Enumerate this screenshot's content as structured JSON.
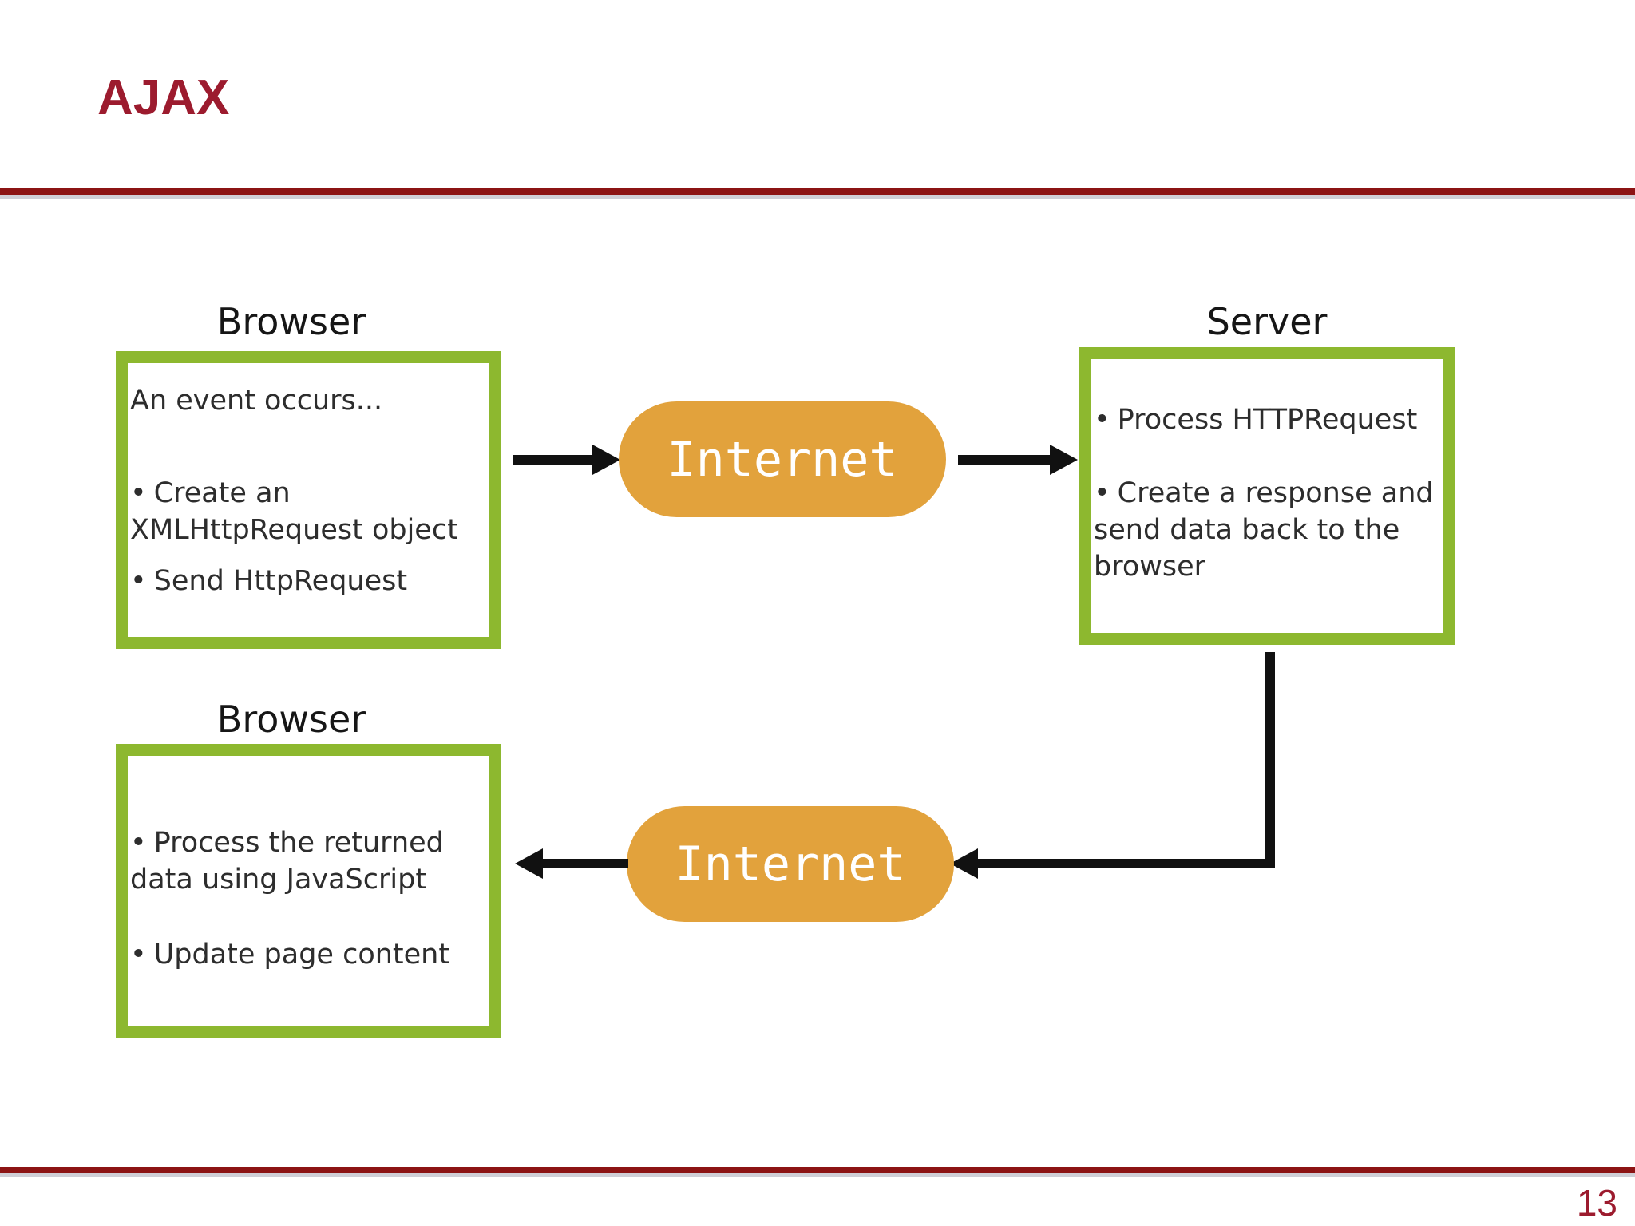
{
  "slide": {
    "title": "AJAX",
    "page_number": "13",
    "background": "#FFFFFF"
  },
  "colors": {
    "title_maroon": "#9C1B2E",
    "rule_red": "#8C1414",
    "rule_shadow": "#CFCFD6",
    "border_green": "#8DB82F",
    "pill_orange": "#E2A23C",
    "pill_text_white": "#FFFFFF",
    "arrow_black": "#111111",
    "body_text": "#2D2D2D",
    "label_text": "#161616"
  },
  "diagram": {
    "browser_top": {
      "label": "Browser",
      "items": [
        {
          "glyph": "",
          "text": "An event occurs..."
        },
        {
          "glyph": "•",
          "text": "Create an XMLHttpRequest object"
        },
        {
          "glyph": "•",
          "text": "Send HttpRequest"
        }
      ]
    },
    "internet_top": {
      "label": "Internet"
    },
    "server": {
      "label": "Server",
      "items": [
        {
          "glyph": "•",
          "text": "Process HTTPRequest"
        },
        {
          "glyph": "•",
          "text": "Create a response and send data back to the browser"
        }
      ]
    },
    "internet_bottom": {
      "label": "Internet"
    },
    "browser_bottom": {
      "label": "Browser",
      "items": [
        {
          "glyph": "•",
          "text": "Process the returned data using JavaScript"
        },
        {
          "glyph": "•",
          "text": "Update page content"
        }
      ]
    }
  }
}
